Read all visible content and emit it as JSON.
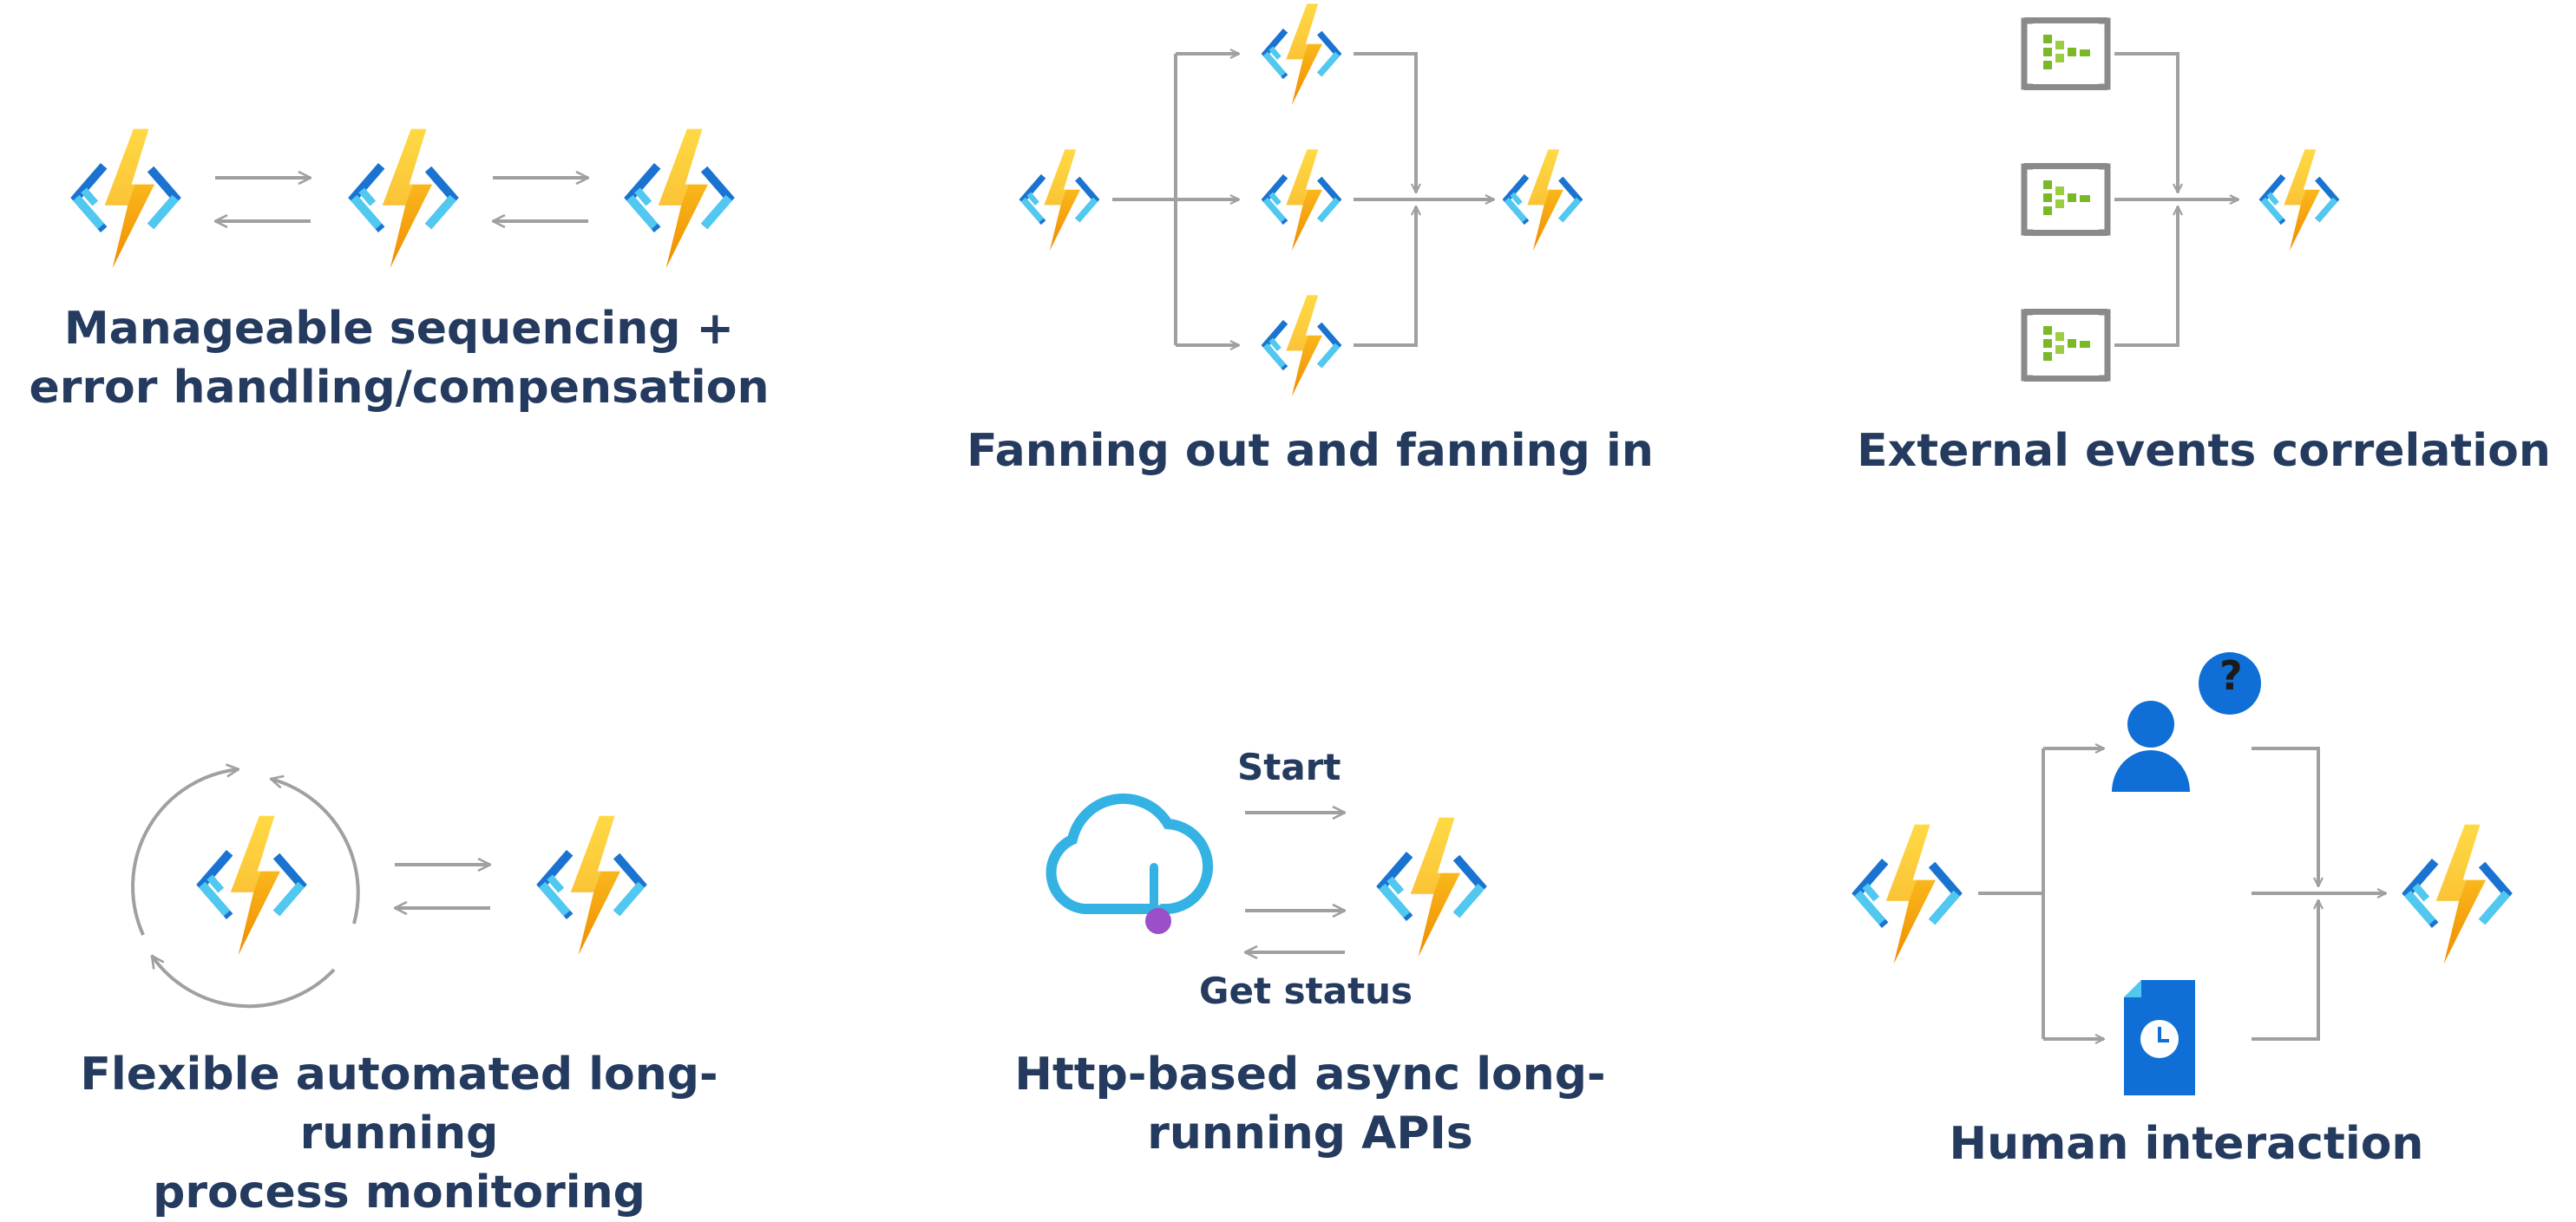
{
  "captions": {
    "sequencing": "Manageable sequencing +\nerror handling/compensation",
    "fan": "Fanning out and fanning in",
    "external": "External events correlation",
    "monitoring": "Flexible automated long-running\nprocess monitoring",
    "http": "Http-based async long-\nrunning APIs",
    "human": "Human interaction"
  },
  "labels": {
    "start": "Start",
    "get_status": "Get status",
    "question": "?"
  },
  "colors": {
    "caption": "#243a5e",
    "arrow": "#a0a0a0",
    "bolt_light": "#ffd42e",
    "bolt_dark": "#f59a0b",
    "bracket_dark": "#1a73d1",
    "bracket_light": "#50c8f0",
    "queue_frame": "#8a8a8a",
    "queue_green": "#7ab828",
    "user_blue": "#0f6fd6"
  },
  "icons": [
    "azure-function-icon",
    "event-queue-icon",
    "cloud-api-icon",
    "user-icon",
    "question-badge-icon",
    "document-clock-icon",
    "cycle-arrows-icon"
  ]
}
